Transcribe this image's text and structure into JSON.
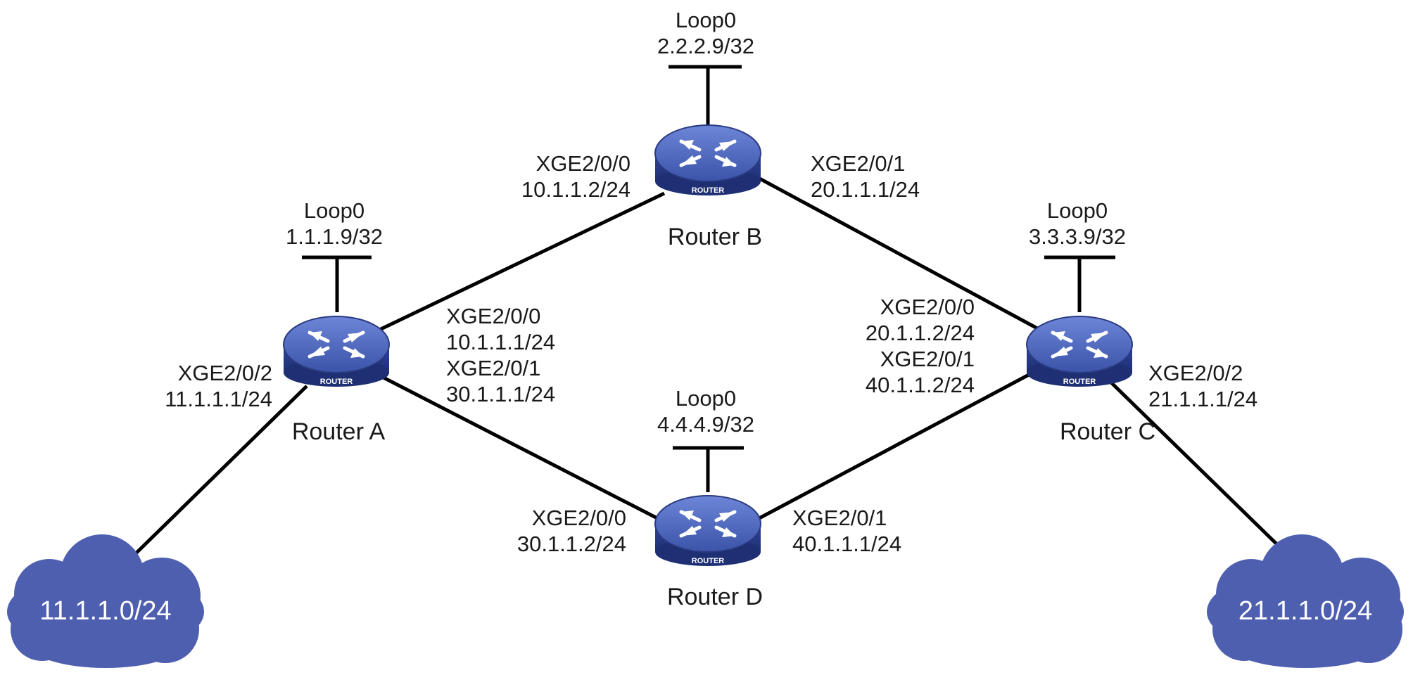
{
  "routers": {
    "a": {
      "name": "Router A",
      "badge": "ROUTER",
      "loop_label": "Loop0",
      "loop_ip": "1.1.1.9/32"
    },
    "b": {
      "name": "Router B",
      "badge": "ROUTER",
      "loop_label": "Loop0",
      "loop_ip": "2.2.2.9/32"
    },
    "c": {
      "name": "Router C",
      "badge": "ROUTER",
      "loop_label": "Loop0",
      "loop_ip": "3.3.3.9/32"
    },
    "d": {
      "name": "Router D",
      "badge": "ROUTER",
      "loop_label": "Loop0",
      "loop_ip": "4.4.4.9/32"
    }
  },
  "interfaces": {
    "b_xge0": {
      "port": "XGE2/0/0",
      "ip": "10.1.1.2/24"
    },
    "b_xge1": {
      "port": "XGE2/0/1",
      "ip": "20.1.1.1/24"
    },
    "a_xge0": {
      "port": "XGE2/0/0",
      "ip": "10.1.1.1/24"
    },
    "a_xge1": {
      "port": "XGE2/0/1",
      "ip": "30.1.1.1/24"
    },
    "a_xge2": {
      "port": "XGE2/0/2",
      "ip": "11.1.1.1/24"
    },
    "c_xge0": {
      "port": "XGE2/0/0",
      "ip": "20.1.1.2/24"
    },
    "c_xge1": {
      "port": "XGE2/0/1",
      "ip": "40.1.1.2/24"
    },
    "c_xge2": {
      "port": "XGE2/0/2",
      "ip": "21.1.1.1/24"
    },
    "d_xge0": {
      "port": "XGE2/0/0",
      "ip": "30.1.1.2/24"
    },
    "d_xge1": {
      "port": "XGE2/0/1",
      "ip": "40.1.1.1/24"
    }
  },
  "networks": {
    "left": {
      "label": "11.1.1.0/24"
    },
    "right": {
      "label": "21.1.1.0/24"
    }
  },
  "colors": {
    "router_fill": "#3b53a8",
    "router_edge": "#2a3a80",
    "cloud_fill": "#4f5fb0",
    "link": "#000000"
  }
}
